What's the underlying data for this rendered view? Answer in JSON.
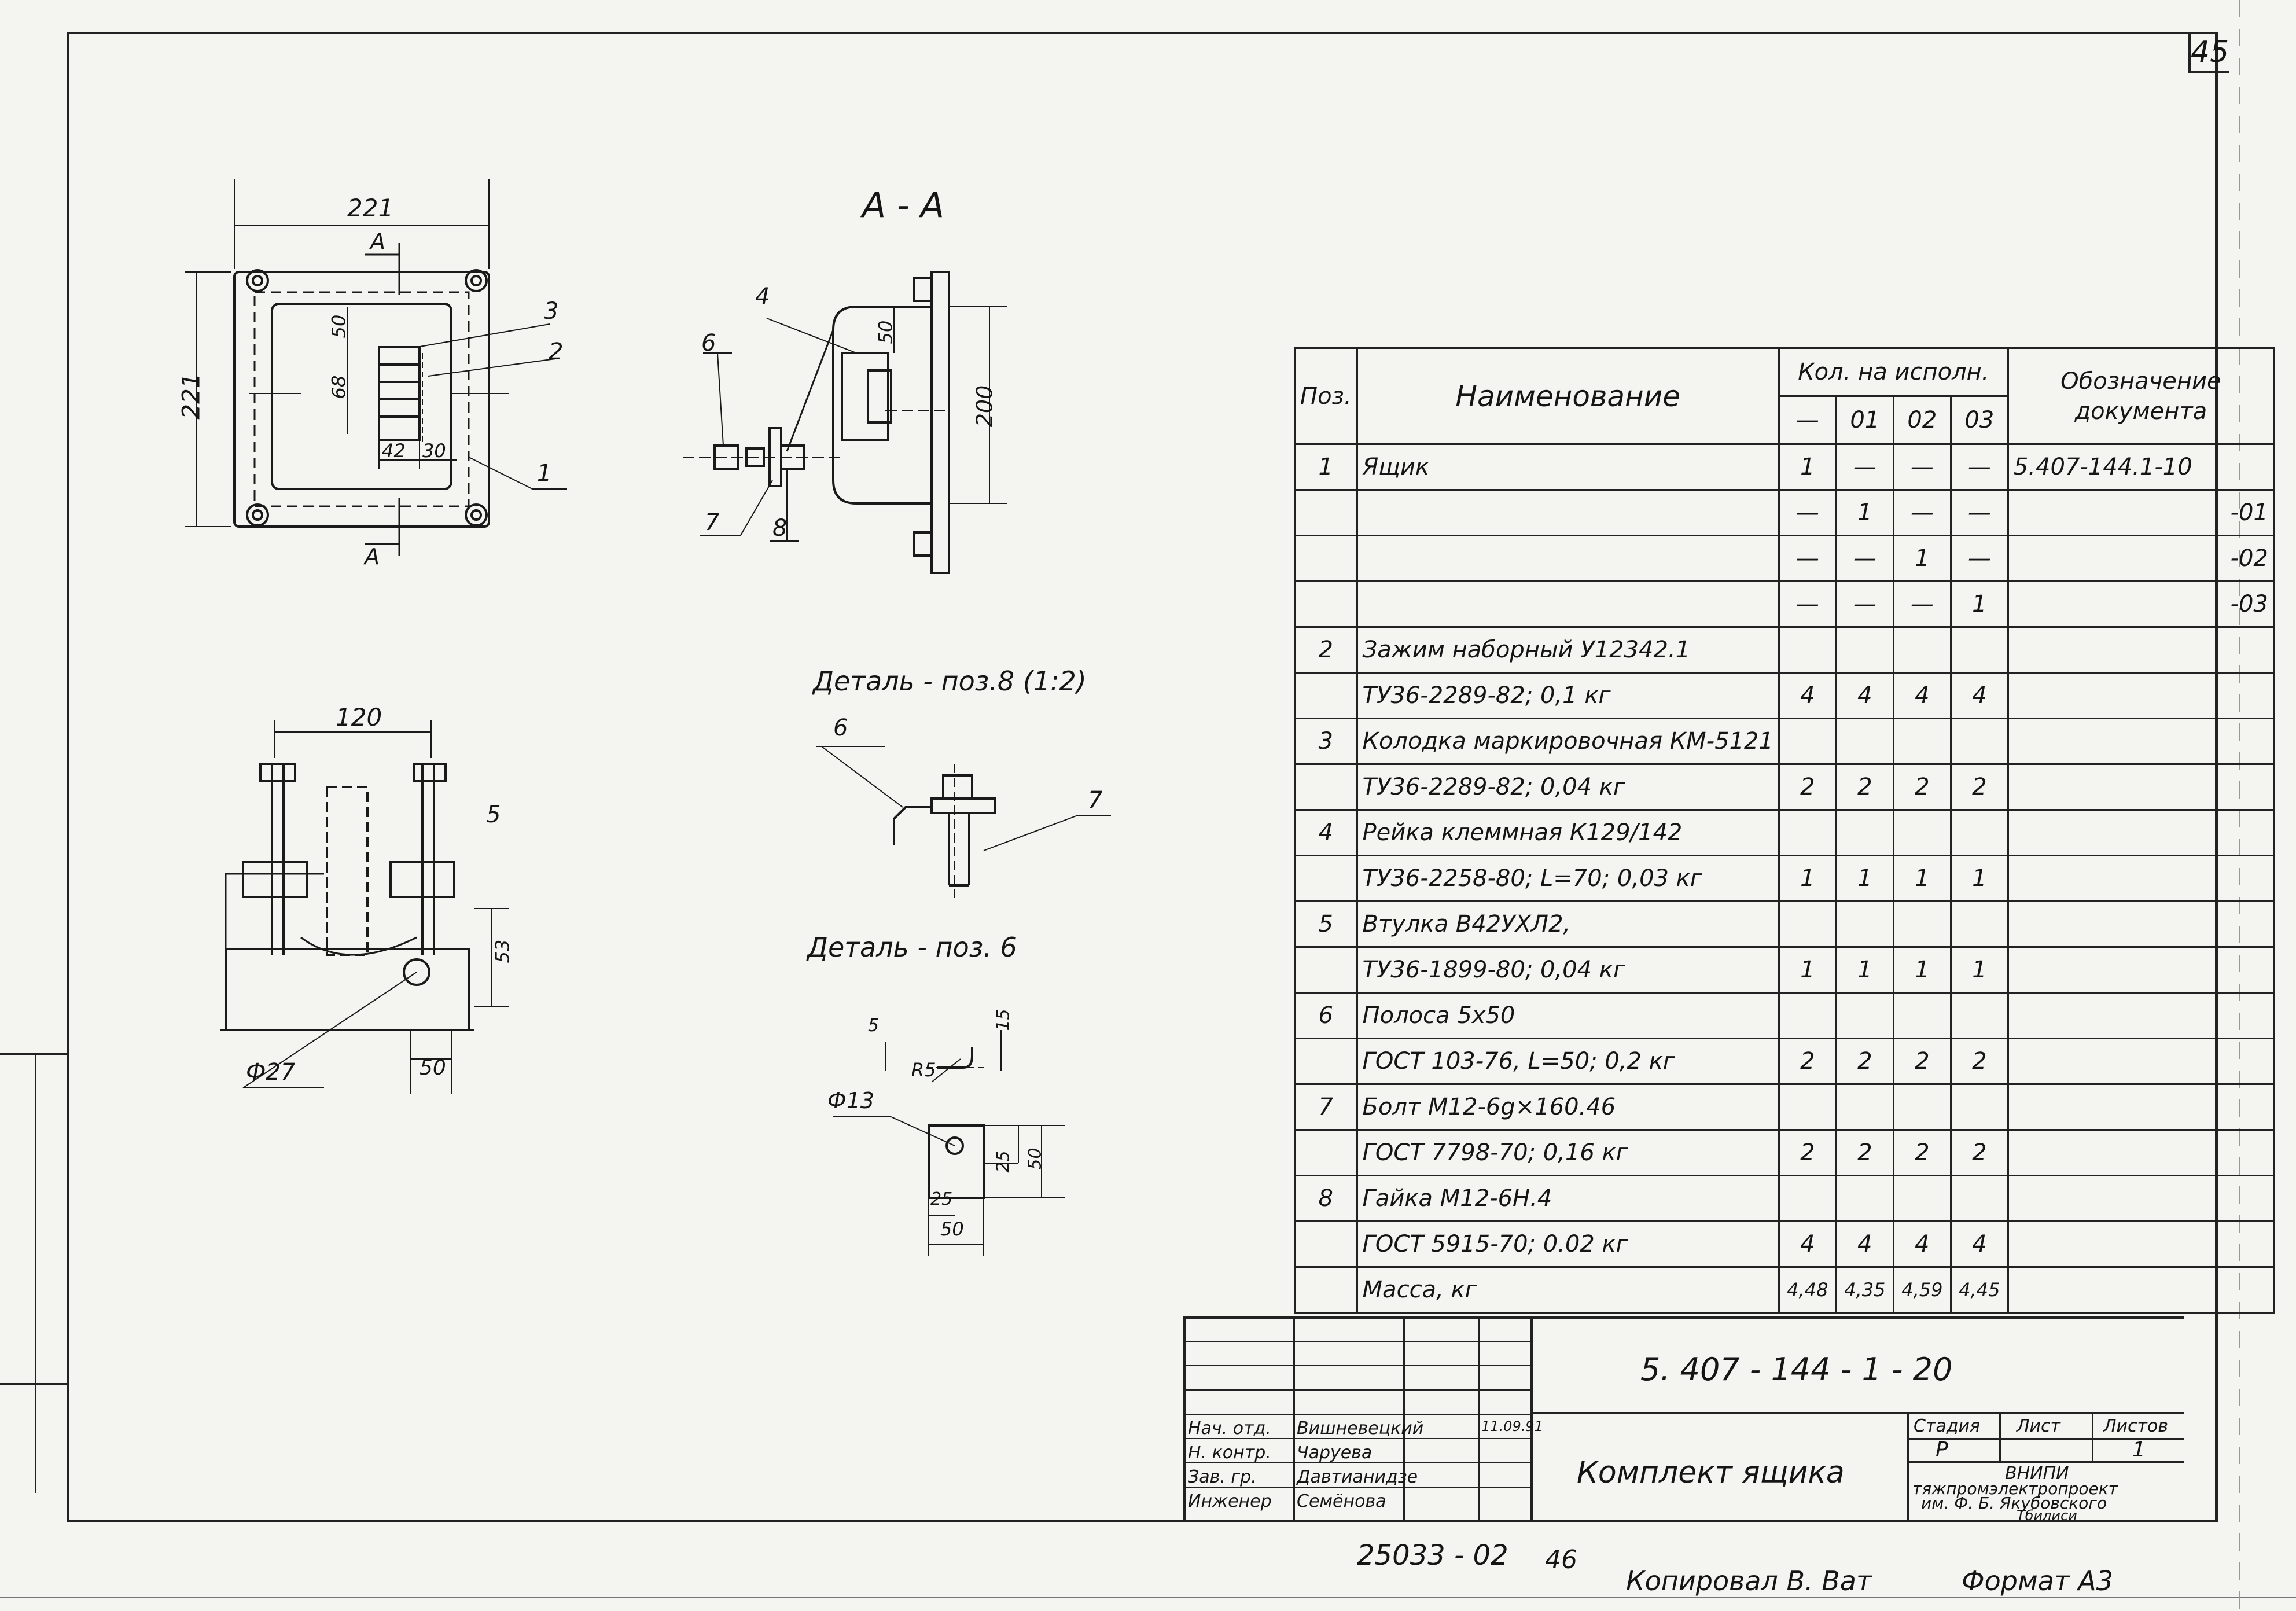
{
  "sheet_number": "45",
  "section_label": "А - А",
  "detail_labels": {
    "detail_8": "Деталь - поз.8 (1:2)",
    "detail_6": "Деталь - поз. 6"
  },
  "dimensions": {
    "front_width": "221",
    "front_height": "221",
    "cut_mark": "А",
    "inner_50": "50",
    "inner_68": "68",
    "inner_42": "42",
    "inner_30": "30",
    "section_50": "50",
    "section_200": "200",
    "side_120": "120",
    "side_phi27": "Ф27",
    "side_50": "50",
    "side_53": "53",
    "d6_5": "5",
    "d6_15": "15",
    "d6_r5": "R5",
    "d6_phi13": "Ф13",
    "d6_25v": "25",
    "d6_50v": "50",
    "d6_25h": "25",
    "d6_50h": "50"
  },
  "callouts": {
    "front": [
      "3",
      "2",
      "1"
    ],
    "section": [
      "4",
      "6",
      "7",
      "8"
    ],
    "side": [
      "5"
    ],
    "detail8": [
      "6",
      "7"
    ]
  },
  "spec_table": {
    "headers": {
      "pos": "Поз.",
      "name": "Наименование",
      "qty": "Кол. на исполн.",
      "qty_cols": [
        "—",
        "01",
        "02",
        "03"
      ],
      "doc": "Обозначение документа"
    },
    "rows": [
      {
        "pos": "1",
        "name": "Ящик",
        "q": [
          "1",
          "—",
          "—",
          "—"
        ],
        "doc": "5.407-144.1-10",
        "doc_right": false
      },
      {
        "pos": "",
        "name": "",
        "q": [
          "—",
          "1",
          "—",
          "—"
        ],
        "doc": "-01",
        "doc_right": true
      },
      {
        "pos": "",
        "name": "",
        "q": [
          "—",
          "—",
          "1",
          "—"
        ],
        "doc": "-02",
        "doc_right": true
      },
      {
        "pos": "",
        "name": "",
        "q": [
          "—",
          "—",
          "—",
          "1"
        ],
        "doc": "-03",
        "doc_right": true
      },
      {
        "pos": "2",
        "name": "Зажим наборный У12342.1",
        "q": [
          "",
          "",
          "",
          ""
        ],
        "doc": "",
        "doc_right": false
      },
      {
        "pos": "",
        "name": "ТУ36-2289-82; 0,1 кг",
        "q": [
          "4",
          "4",
          "4",
          "4"
        ],
        "doc": "",
        "doc_right": false
      },
      {
        "pos": "3",
        "name": "Колодка маркировочная КМ-5121",
        "q": [
          "",
          "",
          "",
          ""
        ],
        "doc": "",
        "doc_right": false
      },
      {
        "pos": "",
        "name": "ТУ36-2289-82; 0,04 кг",
        "q": [
          "2",
          "2",
          "2",
          "2"
        ],
        "doc": "",
        "doc_right": false
      },
      {
        "pos": "4",
        "name": "Рейка клеммная К129/142",
        "q": [
          "",
          "",
          "",
          ""
        ],
        "doc": "",
        "doc_right": false
      },
      {
        "pos": "",
        "name": "ТУ36-2258-80; L=70; 0,03 кг",
        "q": [
          "1",
          "1",
          "1",
          "1"
        ],
        "doc": "",
        "doc_right": false
      },
      {
        "pos": "5",
        "name": "Втулка В42УХЛ2,",
        "q": [
          "",
          "",
          "",
          ""
        ],
        "doc": "",
        "doc_right": false
      },
      {
        "pos": "",
        "name": "ТУ36-1899-80; 0,04 кг",
        "q": [
          "1",
          "1",
          "1",
          "1"
        ],
        "doc": "",
        "doc_right": false
      },
      {
        "pos": "6",
        "name": "Полоса 5х50",
        "q": [
          "",
          "",
          "",
          ""
        ],
        "doc": "",
        "doc_right": false
      },
      {
        "pos": "",
        "name": "ГОСТ 103-76, L=50; 0,2 кг",
        "q": [
          "2",
          "2",
          "2",
          "2"
        ],
        "doc": "",
        "doc_right": false
      },
      {
        "pos": "7",
        "name": "Болт М12-6g×160.46",
        "q": [
          "",
          "",
          "",
          ""
        ],
        "doc": "",
        "doc_right": false
      },
      {
        "pos": "",
        "name": "ГОСТ 7798-70; 0,16 кг",
        "q": [
          "2",
          "2",
          "2",
          "2"
        ],
        "doc": "",
        "doc_right": false
      },
      {
        "pos": "8",
        "name": "Гайка М12-6Н.4",
        "q": [
          "",
          "",
          "",
          ""
        ],
        "doc": "",
        "doc_right": false
      },
      {
        "pos": "",
        "name": "ГОСТ 5915-70; 0.02 кг",
        "q": [
          "4",
          "4",
          "4",
          "4"
        ],
        "doc": "",
        "doc_right": false
      },
      {
        "pos": "",
        "name": "Масса, кг",
        "q": [
          "4,48",
          "4,35",
          "4,59",
          "4,45"
        ],
        "doc": "",
        "doc_right": false
      }
    ]
  },
  "title_block": {
    "doc_code": "5. 407 - 144 - 1 - 20",
    "title": "Комплект ящика",
    "stage_label": "Стадия",
    "sheet_label": "Лист",
    "sheets_label": "Листов",
    "stage": "Р",
    "sheet": "",
    "sheets": "1",
    "org_line1": "ВНИПИ",
    "org_line2": "тяжпромэлектропроект",
    "org_line3": "им. Ф. Б. Якубовского",
    "org_line4": "Тбилиси",
    "roles": [
      {
        "role": "Нач. отд.",
        "name": "Вишневецкий",
        "date": "11.09.91"
      },
      {
        "role": "Н. контр.",
        "name": "Чарyeва",
        "date": ""
      },
      {
        "role": "Зав. гр.",
        "name": "Давтианидзе",
        "date": ""
      },
      {
        "role": "Инженер",
        "name": "Семёнова",
        "date": ""
      }
    ]
  },
  "footer": {
    "archive_no": "25033 - 02",
    "archive_suffix": "46",
    "copied_by": "Копировал В. Ват",
    "format": "Формат А3"
  }
}
